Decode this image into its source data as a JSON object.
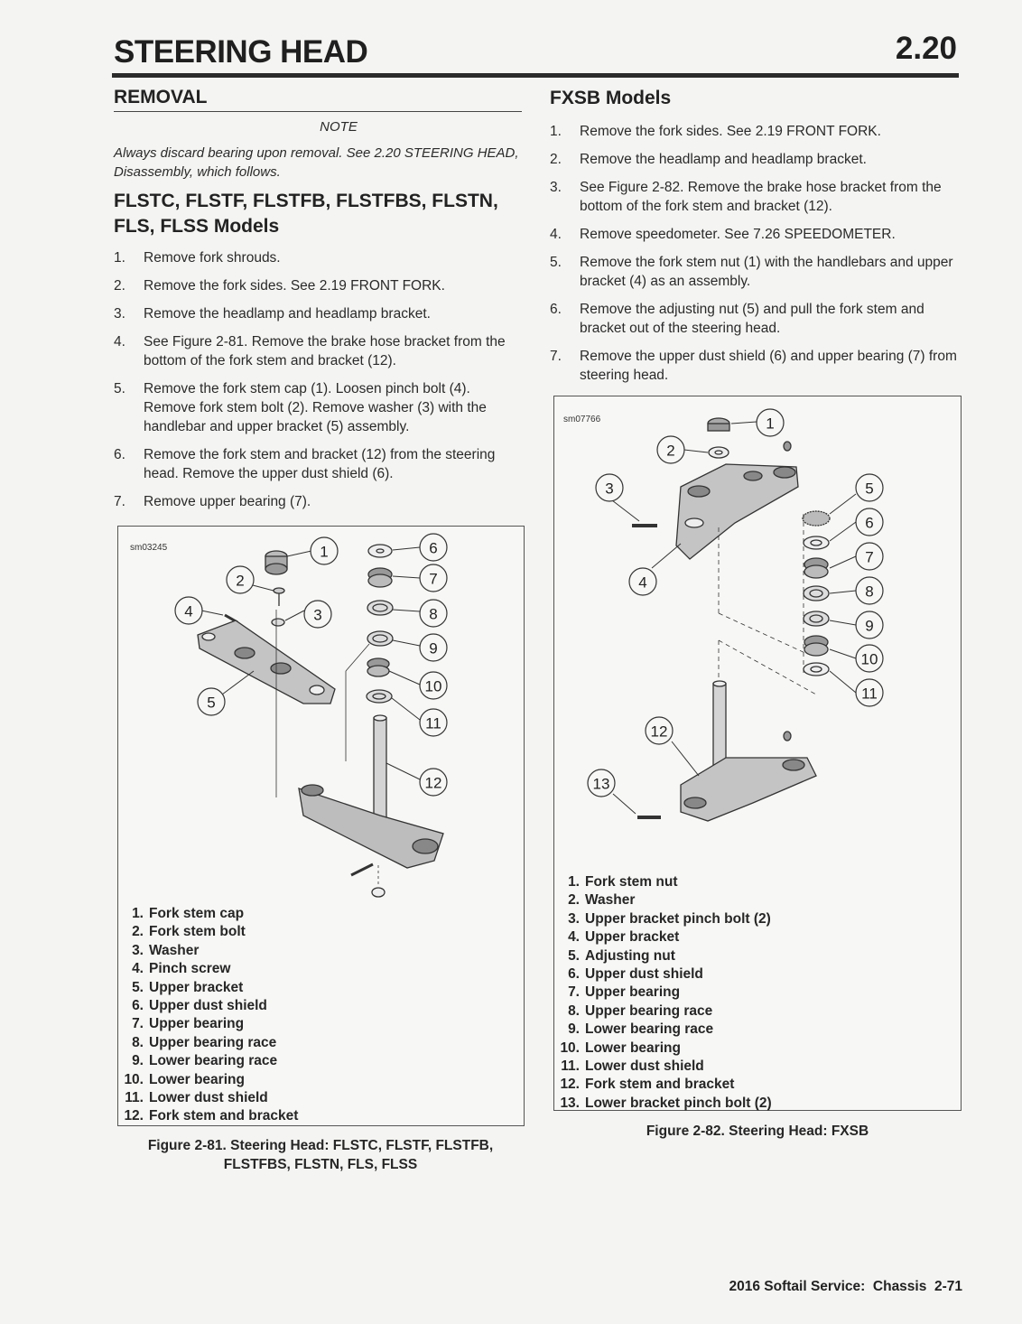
{
  "header": {
    "title": "STEERING HEAD",
    "page_number": "2.20"
  },
  "left": {
    "section_title": "REMOVAL",
    "note_label": "NOTE",
    "note_text": "Always discard bearing upon removal. See 2.20 STEERING HEAD, Disassembly, which follows.",
    "subheading": "FLSTC, FLSTF, FLSTFB, FLSTFBS, FLSTN, FLS, FLSS Models",
    "steps": [
      {
        "num": "1.",
        "text": "Remove fork shrouds."
      },
      {
        "num": "2.",
        "text": "Remove the fork sides. See 2.19 FRONT FORK."
      },
      {
        "num": "3.",
        "text": "Remove the headlamp and headlamp bracket."
      },
      {
        "num": "4.",
        "text": "See Figure 2-81. Remove the brake hose bracket from the bottom of the fork stem and bracket (12)."
      },
      {
        "num": "5.",
        "text": "Remove the fork stem cap (1). Loosen pinch bolt (4). Remove fork stem bolt (2). Remove washer (3) with the handlebar and upper bracket (5) assembly."
      },
      {
        "num": "6.",
        "text": "Remove the fork stem and bracket (12) from the steering head. Remove the upper dust shield (6)."
      },
      {
        "num": "7.",
        "text": "Remove upper bearing (7)."
      }
    ]
  },
  "right": {
    "subheading": "FXSB Models",
    "steps": [
      {
        "num": "1.",
        "text": "Remove the fork sides. See 2.19 FRONT FORK."
      },
      {
        "num": "2.",
        "text": "Remove the headlamp and headlamp bracket."
      },
      {
        "num": "3.",
        "text": "See Figure 2-82. Remove the brake hose bracket from the bottom of the fork stem and bracket (12)."
      },
      {
        "num": "4.",
        "text": "Remove speedometer. See 7.26 SPEEDOMETER."
      },
      {
        "num": "5.",
        "text": "Remove the fork stem nut (1) with the handlebars and upper bracket (4) as an assembly."
      },
      {
        "num": "6.",
        "text": "Remove the adjusting nut (5) and pull the fork stem and bracket out of the steering head."
      },
      {
        "num": "7.",
        "text": "Remove the upper dust shield (6) and upper bearing (7) from steering head."
      }
    ]
  },
  "figure1": {
    "id": "sm03245",
    "callouts": [
      "1",
      "2",
      "3",
      "4",
      "5",
      "6",
      "7",
      "8",
      "9",
      "10",
      "11",
      "12"
    ],
    "legend": [
      {
        "num": "1.",
        "label": "Fork stem cap"
      },
      {
        "num": "2.",
        "label": "Fork stem bolt"
      },
      {
        "num": "3.",
        "label": "Washer"
      },
      {
        "num": "4.",
        "label": "Pinch screw"
      },
      {
        "num": "5.",
        "label": "Upper bracket"
      },
      {
        "num": "6.",
        "label": "Upper dust shield"
      },
      {
        "num": "7.",
        "label": "Upper bearing"
      },
      {
        "num": "8.",
        "label": "Upper bearing race"
      },
      {
        "num": "9.",
        "label": "Lower bearing race"
      },
      {
        "num": "10.",
        "label": "Lower bearing"
      },
      {
        "num": "11.",
        "label": "Lower dust shield"
      },
      {
        "num": "12.",
        "label": "Fork stem and bracket"
      }
    ],
    "caption": "Figure 2-81. Steering Head: FLSTC, FLSTF, FLSTFB, FLSTFBS, FLSTN, FLS, FLSS"
  },
  "figure2": {
    "id": "sm07766",
    "callouts": [
      "1",
      "2",
      "3",
      "4",
      "5",
      "6",
      "7",
      "8",
      "9",
      "10",
      "11",
      "12",
      "13"
    ],
    "legend": [
      {
        "num": "1.",
        "label": "Fork stem nut"
      },
      {
        "num": "2.",
        "label": "Washer"
      },
      {
        "num": "3.",
        "label": "Upper bracket pinch bolt (2)"
      },
      {
        "num": "4.",
        "label": "Upper bracket"
      },
      {
        "num": "5.",
        "label": "Adjusting nut"
      },
      {
        "num": "6.",
        "label": "Upper dust shield"
      },
      {
        "num": "7.",
        "label": "Upper bearing"
      },
      {
        "num": "8.",
        "label": "Upper bearing race"
      },
      {
        "num": "9.",
        "label": "Lower bearing race"
      },
      {
        "num": "10.",
        "label": "Lower bearing"
      },
      {
        "num": "11.",
        "label": "Lower dust shield"
      },
      {
        "num": "12.",
        "label": "Fork stem and bracket"
      },
      {
        "num": "13.",
        "label": "Lower bracket pinch bolt (2)"
      }
    ],
    "caption": "Figure 2-82. Steering Head: FXSB"
  },
  "footer": {
    "text": "2016 Softail Service:  Chassis  2-71"
  }
}
